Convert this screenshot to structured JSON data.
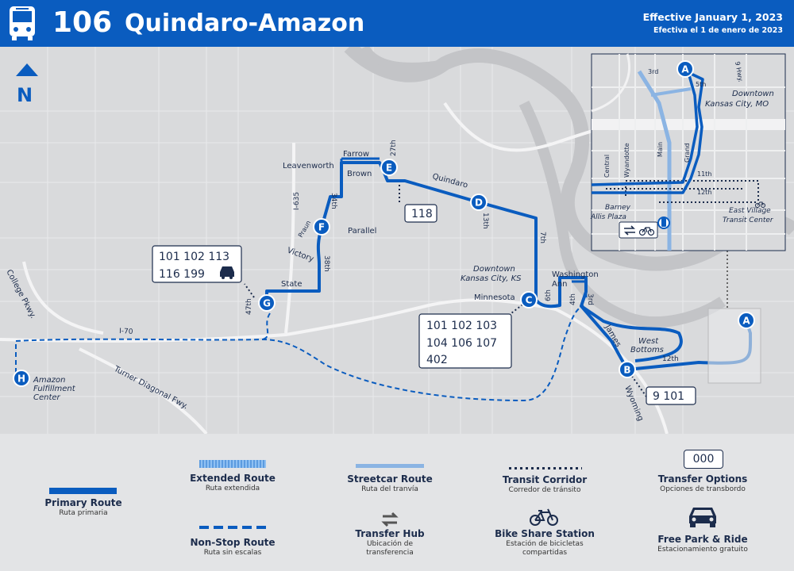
{
  "header": {
    "route_number": "106",
    "route_name": "Quindaro-Amazon",
    "effective_en": "Effective January 1, 2023",
    "effective_es": "Efectiva el 1 de enero de 2023"
  },
  "colors": {
    "primary_route": "#0a5cbf",
    "extended_route": "#5b9be0",
    "streetcar_route": "#8bb4e3",
    "map_land": "#d9dadc",
    "map_water": "#c3c4c7"
  },
  "compass": {
    "label": "N"
  },
  "stops": [
    {
      "id": "A",
      "name": ""
    },
    {
      "id": "B",
      "name": ""
    },
    {
      "id": "C",
      "name": ""
    },
    {
      "id": "D",
      "name": ""
    },
    {
      "id": "E",
      "name": ""
    },
    {
      "id": "F",
      "name": ""
    },
    {
      "id": "G",
      "name": ""
    },
    {
      "id": "H",
      "name": ""
    }
  ],
  "transfer_boxes": {
    "g_box": {
      "line1": "101  102  113",
      "line2": "116  199"
    },
    "c_box": {
      "line1": "101  102  103",
      "line2": "104  106 107",
      "line3": "402"
    },
    "d_box": {
      "line1": "118"
    },
    "b_box": {
      "line1": "9  101"
    }
  },
  "street_labels": {
    "leavenworth": "Leavenworth",
    "farrow": "Farrow",
    "brown": "Brown",
    "st27": "27th",
    "quindaro": "Quindaro",
    "st13": "13th",
    "st7": "7th",
    "i635": "I-635",
    "st34": "34th",
    "parallel": "Parallel",
    "praun": "Praun",
    "victory": "Victory",
    "st38": "38th",
    "state": "State",
    "st47": "47th",
    "college": "College Pkwy.",
    "i70": "I-70",
    "turner": "Turner Diagonal  Fwy.",
    "amazon1": "Amazon",
    "amazon2": "Fulfillment",
    "amazon3": "Center",
    "dtkck1": "Downtown",
    "dtkck2": "Kansas City, KS",
    "minnesota": "Minnesota",
    "st6": "6th",
    "washington": "Washington",
    "ann": "Ann",
    "st4": "4th",
    "st3": "3rd",
    "james": "James",
    "westbottoms1": "West",
    "westbottoms2": "Bottoms",
    "st12": "12th",
    "wyoming": "Wyoming"
  },
  "inset_labels": {
    "rd3": "3rd",
    "th5": "5th",
    "hwy9": "9 Hwy.",
    "dtkcmo1": "Downtown",
    "dtkcmo2": "Kansas City, MO",
    "central": "Central",
    "wyandotte": "Wyandotte",
    "main": "Main",
    "grand": "Grand",
    "th11": "11th",
    "th12": "12th",
    "barney1": "Barney",
    "barney2": "Allis Plaza",
    "ev1": "East Village",
    "ev2": "Transit Center"
  },
  "legend": {
    "primary": {
      "title": "Primary Route",
      "sub": "Ruta primaria"
    },
    "extended": {
      "title": "Extended Route",
      "sub": "Ruta extendida"
    },
    "nonstop": {
      "title": "Non-Stop Route",
      "sub": "Ruta sin escalas"
    },
    "streetcar": {
      "title": "Streetcar Route",
      "sub": "Ruta del tranvía"
    },
    "hub": {
      "title": "Transfer Hub",
      "sub1": "Ubicación de",
      "sub2": "transferencia"
    },
    "corridor": {
      "title": "Transit Corridor",
      "sub": "Corredor de tránsito"
    },
    "bike": {
      "title": "Bike Share Station",
      "sub1": "Estación de bicicletas",
      "sub2": "compartidas"
    },
    "transfer": {
      "title": "Transfer Options",
      "sub": "Opciones de transbordo",
      "box": "000"
    },
    "park": {
      "title": "Free Park & Ride",
      "sub": "Estacionamiento gratuito"
    }
  }
}
